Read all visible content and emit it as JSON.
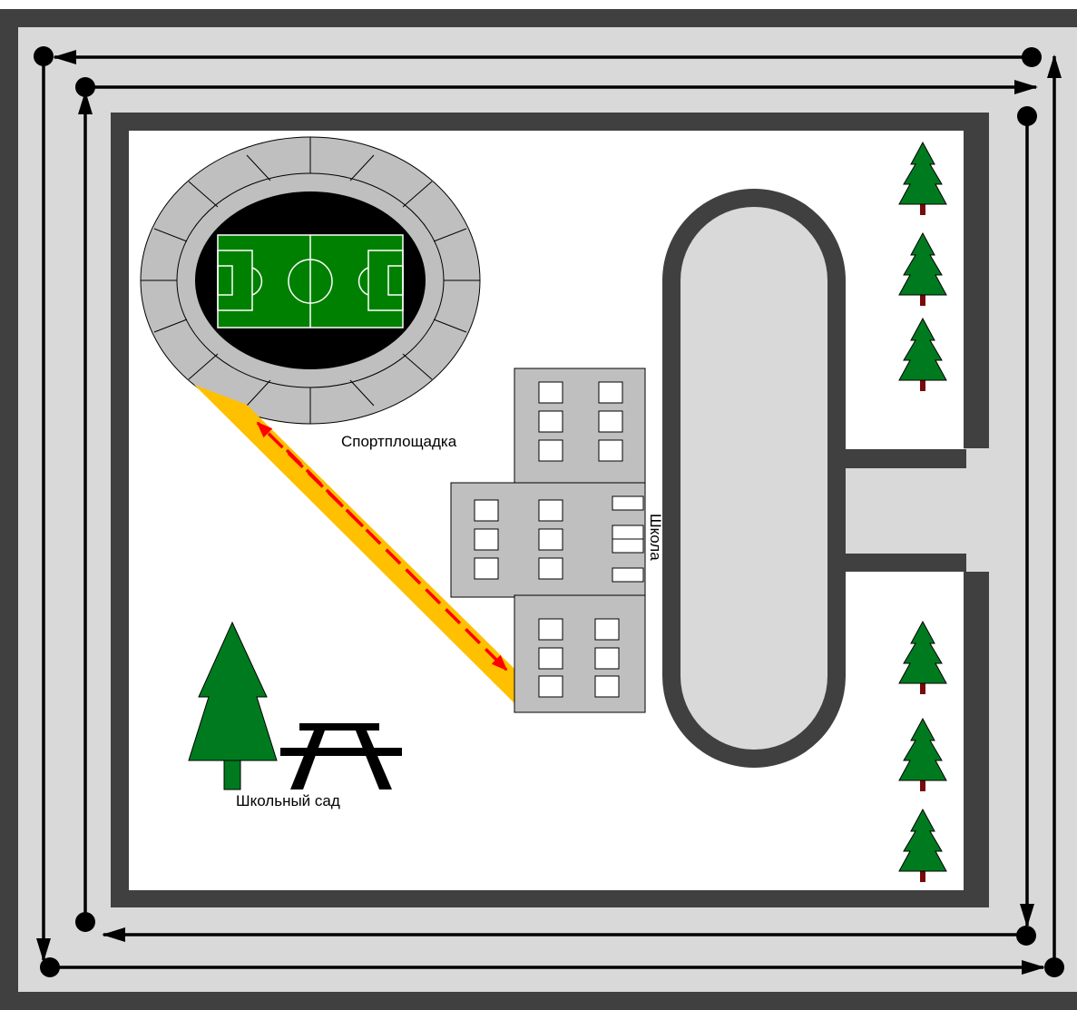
{
  "labels": {
    "sports_ground": "Спортплощадка",
    "school": "Школа",
    "school_garden": "Школьный сад"
  },
  "colors": {
    "road": "#d9d9d9",
    "wall": "#404040",
    "ground": "#ffffff",
    "building": "#bfbfbf",
    "field": "#008000",
    "tree": "#007a1f",
    "trunk": "#7a0a0a",
    "path": "#ffc000",
    "path_arrow": "#ff0000"
  },
  "icons": [
    "stadium-icon",
    "school-building-icon",
    "tree-icon",
    "bench-icon",
    "arrow-icon"
  ]
}
